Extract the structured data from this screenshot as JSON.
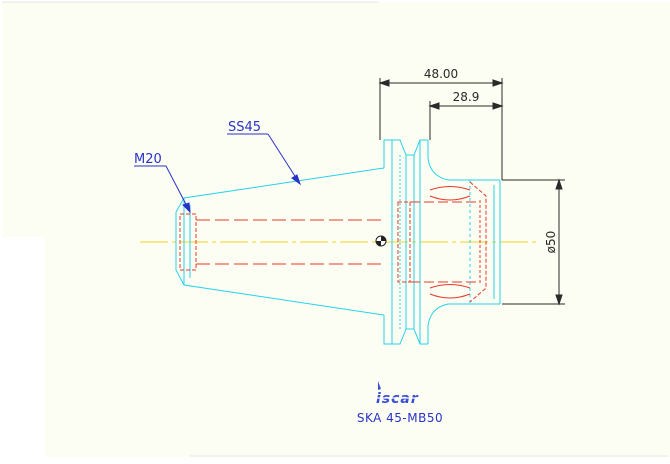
{
  "dimensions": {
    "overall_length": "48.00",
    "bore_depth": "28.9",
    "diameter": "ø50"
  },
  "callouts": {
    "shank": "SS45",
    "thread": "M20"
  },
  "logo": {
    "brand": "iscar"
  },
  "part_number": "SKA 45-MB50",
  "colors": {
    "sheet": "#fcfdf3",
    "outline": "#25d2ec",
    "hidden": "#e63a2a",
    "centerline": "#f2d421",
    "dimension": "#2a2a2a",
    "callout": "#2a33c8",
    "logo": "#3a4fd0"
  }
}
